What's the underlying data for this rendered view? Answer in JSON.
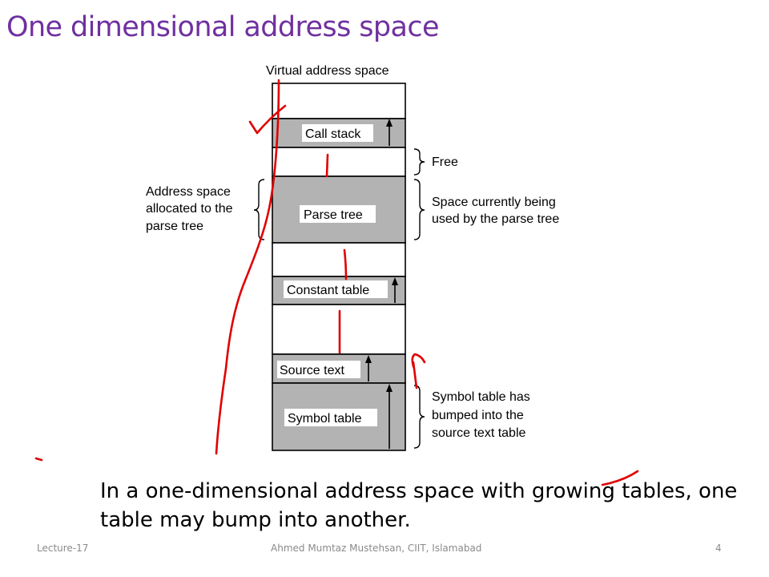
{
  "slide": {
    "title": "One dimensional address space",
    "body": "In a one-dimensional address space with growing tables, one table may bump into another."
  },
  "diagram": {
    "heading": "Virtual address space",
    "segments": [
      {
        "label": "",
        "fill": "#ffffff",
        "arrow": false
      },
      {
        "label": "Call stack",
        "fill": "#b3b3b3",
        "arrow": true
      },
      {
        "label": "",
        "fill": "#ffffff",
        "arrow": false
      },
      {
        "label": "Parse tree",
        "fill": "#b3b3b3",
        "arrow": false
      },
      {
        "label": "",
        "fill": "#ffffff",
        "arrow": false
      },
      {
        "label": "Constant table",
        "fill": "#b3b3b3",
        "arrow": true
      },
      {
        "label": "",
        "fill": "#ffffff",
        "arrow": false
      },
      {
        "label": "Source text",
        "fill": "#b3b3b3",
        "arrow": true
      },
      {
        "label": "Symbol table",
        "fill": "#b3b3b3",
        "arrow": true
      }
    ],
    "left_annotation": [
      "Address space",
      "allocated to the",
      "parse tree"
    ],
    "right_annotations": {
      "free": [
        "Free"
      ],
      "parse_tree_used": [
        "Space currently being",
        "used by the parse tree"
      ],
      "symbol_table": [
        "Symbol table has",
        "bumped into the",
        "source text table"
      ]
    }
  },
  "footer": {
    "left": "Lecture-17",
    "center": "Ahmed Mumtaz Mustehsan, CIIT, Islamabad",
    "right": "4"
  },
  "colors": {
    "title": "#7030a0",
    "segment_fill": "#b3b3b3",
    "ink": "#e00000",
    "footer": "#8a8a8a"
  }
}
